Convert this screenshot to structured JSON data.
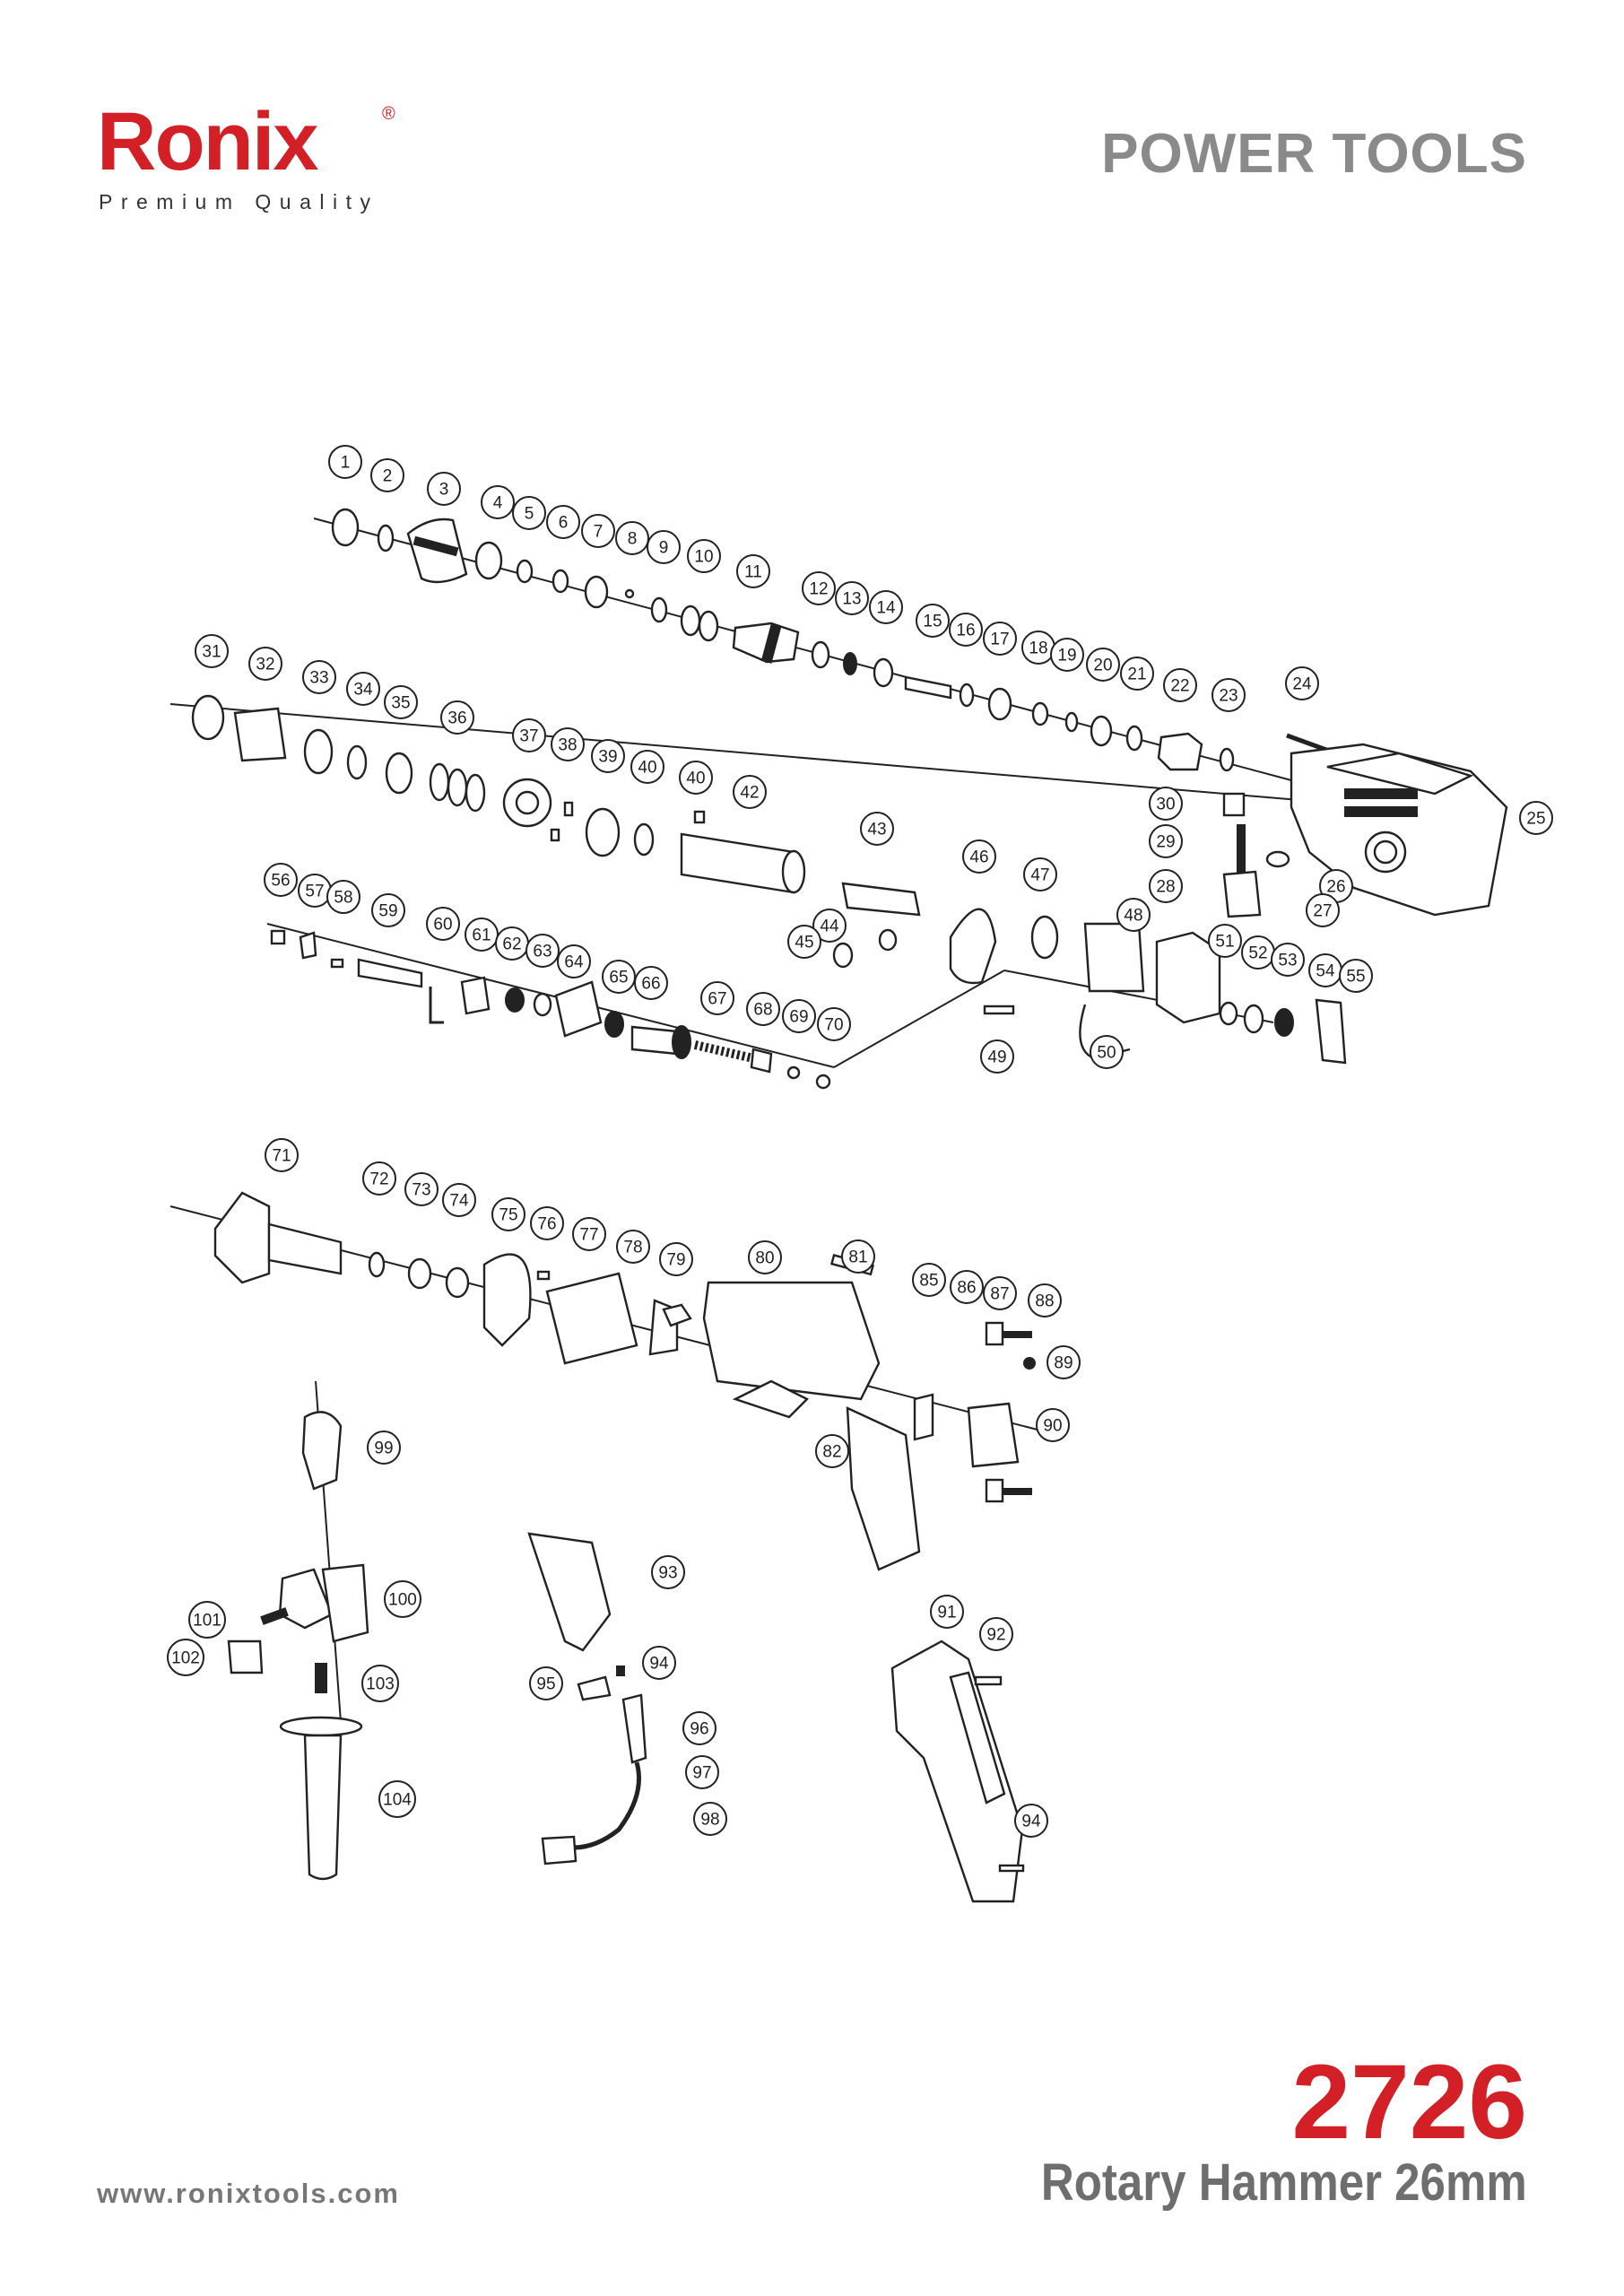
{
  "header": {
    "brand": "Ronix",
    "registered": "®",
    "tagline": "Premium Quality",
    "category": "POWER TOOLS"
  },
  "footer": {
    "model": "2726",
    "product_name": "Rotary Hammer 26mm",
    "website": "www.ronixtools.com"
  },
  "diagram": {
    "part_numbers": [
      "1",
      "2",
      "3",
      "4",
      "5",
      "6",
      "7",
      "8",
      "9",
      "10",
      "11",
      "12",
      "13",
      "14",
      "15",
      "16",
      "17",
      "18",
      "19",
      "20",
      "21",
      "22",
      "23",
      "24",
      "25",
      "26",
      "27",
      "28",
      "29",
      "30",
      "31",
      "32",
      "33",
      "34",
      "35",
      "36",
      "37",
      "38",
      "39",
      "40",
      "40",
      "42",
      "43",
      "44",
      "45",
      "46",
      "47",
      "48",
      "49",
      "50",
      "51",
      "52",
      "53",
      "54",
      "55",
      "56",
      "57",
      "58",
      "59",
      "60",
      "61",
      "62",
      "63",
      "64",
      "65",
      "66",
      "67",
      "68",
      "69",
      "70",
      "71",
      "72",
      "73",
      "74",
      "75",
      "76",
      "77",
      "78",
      "79",
      "80",
      "81",
      "82",
      "85",
      "86",
      "87",
      "88",
      "89",
      "90",
      "91",
      "92",
      "93",
      "94",
      "94",
      "95",
      "96",
      "97",
      "98",
      "99",
      "100",
      "101",
      "102",
      "103",
      "104"
    ]
  }
}
